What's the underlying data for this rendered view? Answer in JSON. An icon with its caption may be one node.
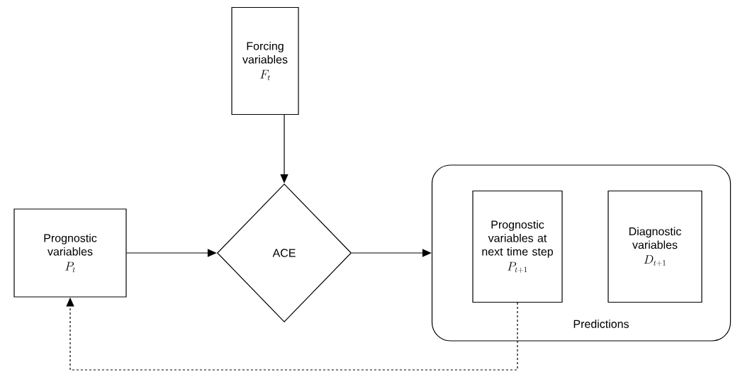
{
  "diagram": {
    "nodes": [
      {
        "text": [
          "Forcing variables",
          "F_t"
        ]
      },
      {
        "text": [
          "Prognostic variables",
          "P_t"
        ]
      },
      {
        "text": [
          "ACE"
        ]
      },
      {
        "text": [
          "Predictions"
        ]
      },
      {
        "text": [
          "Prognostic variables at next time step",
          "P_{t+1}"
        ],
        "in": 3
      },
      {
        "text": [
          "Diagnostic variables",
          "D_{t+1}"
        ],
        "in": 3
      }
    ],
    "edges": [
      {
        "from": 0,
        "to": 2,
        "arrow": "to"
      },
      {
        "from": 1,
        "to": 2,
        "arrow": "to"
      },
      {
        "from": 2,
        "to": 3,
        "arrow": "to"
      },
      {
        "from": 4,
        "to": 1,
        "arrow": "to",
        "style": "dashed"
      }
    ]
  }
}
